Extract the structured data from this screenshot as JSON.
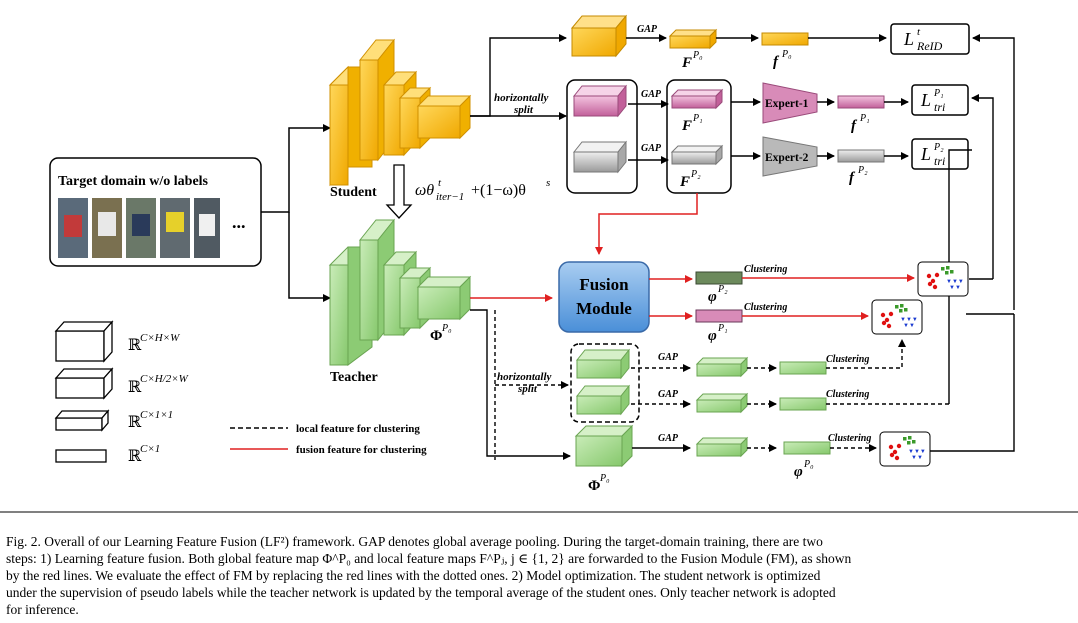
{
  "input": {
    "title": "Target domain  w/o labels",
    "ellipsis": "..."
  },
  "networks": {
    "student": "Student",
    "teacher": "Teacher",
    "ema_formula": "ωθᵗiter−1 + (1−ω)θˢ",
    "ema_part1": "ωθ",
    "ema_sup": "t",
    "ema_sub": "iter−1",
    "ema_part2": "+(1−ω)θ",
    "ema_sup2": "s"
  },
  "ops": {
    "gap": "GAP",
    "horizontal_split_1": "horizontally",
    "horizontal_split_2": "split",
    "clustering": "Clustering"
  },
  "features": {
    "F_P0": "F",
    "f_P0": "f",
    "F_P1": "F",
    "F_P2": "F",
    "f_P1": "f",
    "f_P2": "f",
    "Phi_P0": "Φ",
    "phi_P0": "φ",
    "phi_P1": "φ",
    "phi_P2": "φ",
    "sup_P0": "P₀",
    "sup_P1": "P₁",
    "sup_P2": "P₂"
  },
  "modules": {
    "expert1": "Expert-1",
    "expert2": "Expert-2",
    "fusion_line1": "Fusion",
    "fusion_line2": "Module"
  },
  "losses": {
    "reid": "L",
    "reid_sup": "t",
    "reid_sub": "ReID",
    "tri": "L",
    "tri1_sup": "P₁",
    "tri2_sup": "P₂",
    "tri_sub": "tri"
  },
  "legend": {
    "shape1": "ℝ",
    "shape1_sup": "C×H×W",
    "shape2": "ℝ",
    "shape2_sup": "C×H/2×W",
    "shape3": "ℝ",
    "shape3_sup": "C×1×1",
    "shape4": "ℝ",
    "shape4_sup": "C×1",
    "dashed": "local feature for clustering",
    "red": "fusion feature for clustering"
  },
  "colors": {
    "student": "#f5b800",
    "teacher": "#9fd68a",
    "expert": "#d88bb8",
    "grey": "#b9b9b9",
    "fusion": "#5b9bd5",
    "red_line": "#e02020"
  },
  "caption": {
    "line1": "Fig. 2.  Overall of our Learning Feature Fusion (LF²) framework. GAP denotes global average pooling. During the target-domain training, there are two",
    "line2": "steps: 1) Learning feature fusion. Both global feature map Φ^P₀ and local feature maps F^Pⱼ, j ∈ {1, 2} are forwarded to the Fusion Module (FM), as shown",
    "line3": "by the red lines. We evaluate the effect of FM by replacing the red lines with the dotted ones. 2) Model optimization. The student network is optimized",
    "line4": "under the supervision of pseudo labels while the teacher network is updated by the temporal average of the student ones. Only teacher network is adopted",
    "line5": "for inference."
  }
}
